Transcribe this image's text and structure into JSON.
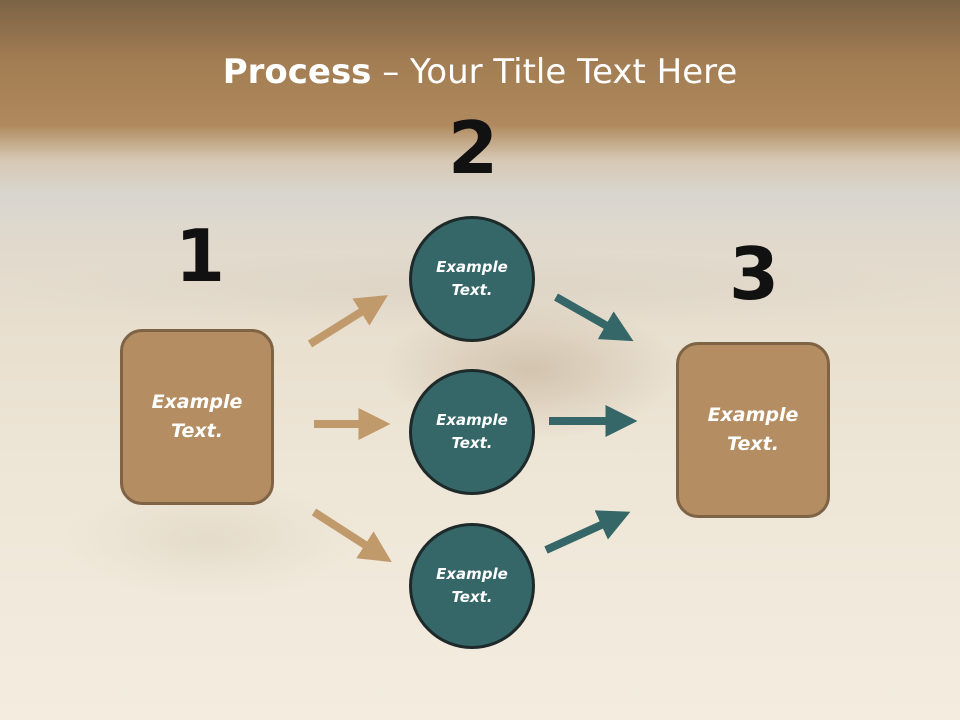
{
  "title": {
    "bold": "Process",
    "rest": " – Your Title Text Here"
  },
  "steps": [
    {
      "number": "1",
      "label": "Example\nText."
    },
    {
      "number": "2",
      "labels": [
        "Example\nText.",
        "Example\nText.",
        "Example\nText."
      ]
    },
    {
      "number": "3",
      "label": "Example\nText."
    }
  ],
  "colors": {
    "box_fill": "#b48d62",
    "circle_fill": "#356668",
    "arrow_tan": "#c19a6b",
    "arrow_teal": "#356668"
  }
}
